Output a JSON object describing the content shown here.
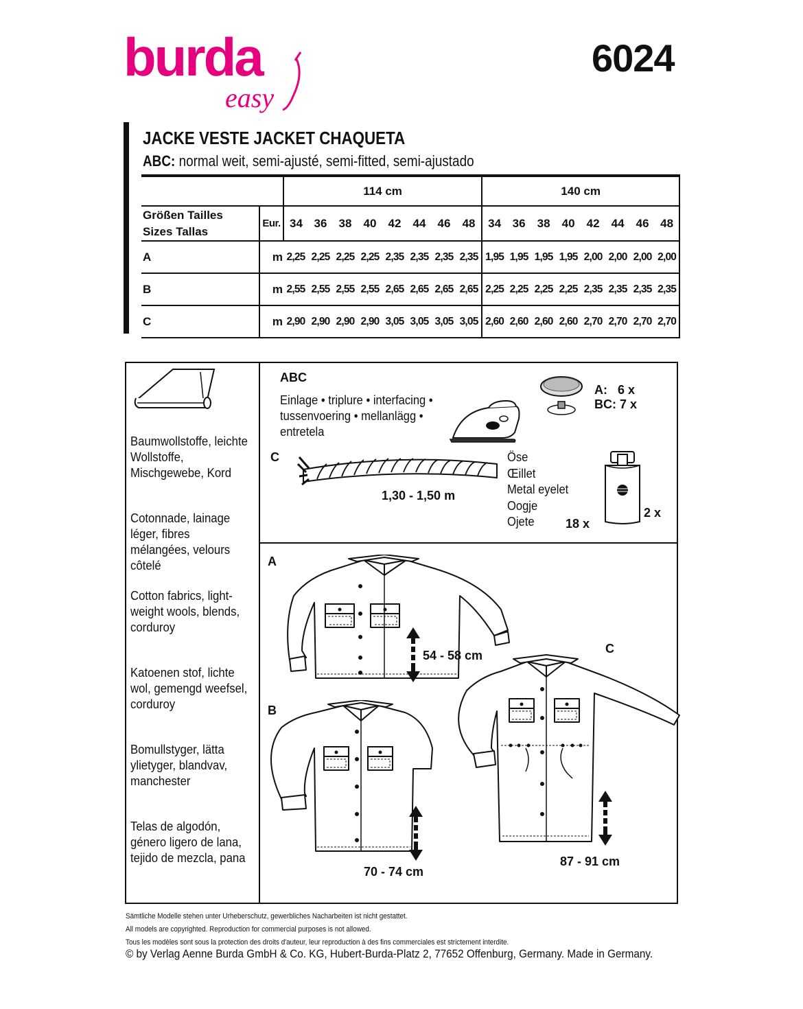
{
  "brand": {
    "name": "burda",
    "sub": "easy",
    "color": "#e6007e"
  },
  "pattern_number": "6024",
  "title": "JACKE VESTE JACKET CHAQUETA",
  "subtitle": {
    "label": "ABC:",
    "text": "normal weit, semi-ajusté, semi-fitted, semi-ajustado"
  },
  "size_table": {
    "widths": [
      "114 cm",
      "140 cm"
    ],
    "header_label_1": "Größen Tailles",
    "header_label_2": "Sizes Tallas",
    "eur": "Eur.",
    "sizes_114": [
      "34",
      "36",
      "38",
      "40",
      "42",
      "44",
      "46",
      "48"
    ],
    "sizes_140": [
      "34",
      "36",
      "38",
      "40",
      "42",
      "44",
      "46",
      "48"
    ],
    "unit": "m",
    "rows": [
      {
        "view": "A",
        "v114": [
          "2,25",
          "2,25",
          "2,25",
          "2,25",
          "2,35",
          "2,35",
          "2,35",
          "2,35"
        ],
        "v140": [
          "1,95",
          "1,95",
          "1,95",
          "1,95",
          "2,00",
          "2,00",
          "2,00",
          "2,00"
        ]
      },
      {
        "view": "B",
        "v114": [
          "2,55",
          "2,55",
          "2,55",
          "2,55",
          "2,65",
          "2,65",
          "2,65",
          "2,65"
        ],
        "v140": [
          "2,25",
          "2,25",
          "2,25",
          "2,25",
          "2,35",
          "2,35",
          "2,35",
          "2,35"
        ]
      },
      {
        "view": "C",
        "v114": [
          "2,90",
          "2,90",
          "2,90",
          "2,90",
          "3,05",
          "3,05",
          "3,05",
          "3,05"
        ],
        "v140": [
          "2,60",
          "2,60",
          "2,60",
          "2,60",
          "2,70",
          "2,70",
          "2,70",
          "2,70"
        ]
      }
    ]
  },
  "fabrics": {
    "de": "Baumwollstoffe, leichte Wollstoffe, Mischgewebe, Kord",
    "fr": "Cotonnade, lainage léger, fibres mélangées, velours côtelé",
    "en": "Cotton fabrics, light-weight wools, blends, corduroy",
    "nl": "Katoenen stof, lichte wol, gemengd weefsel, corduroy",
    "sv": "Bomullstyger, lätta ylietyger, blandvav, manchester",
    "es": "Telas de algodón, género ligero de lana, tejido de mezcla, pana"
  },
  "notions": {
    "abc_label": "ABC",
    "interfacing_line1": "Einlage • triplure • interfacing •",
    "interfacing_line2": "tussenvoering • mellanlägg •",
    "interfacing_line3": "entretela",
    "buttons_a": "A:   6 x",
    "buttons_bc": "BC: 7 x",
    "c_label": "C",
    "cord_length": "1,30 - 1,50 m",
    "eyelet_names": [
      "Öse",
      "Œillet",
      "Metal eyelet",
      "Oogje",
      "Ojete"
    ],
    "eyelet_qty": "18 x",
    "stopper_qty": "2 x"
  },
  "views": {
    "a_label": "A",
    "a_length": "54 - 58 cm",
    "b_label": "B",
    "b_length": "70 - 74 cm",
    "c_label": "C",
    "c_length": "87 - 91 cm"
  },
  "footer": {
    "line1": "Sämtliche Modelle stehen unter Urheberschutz, gewerbliches Nacharbeiten ist nicht gestattet.",
    "line2": "All models are copyrighted. Reproduction for commercial purposes is not allowed.",
    "line3": "Tous les modèles sont sous la protection des droits d'auteur, leur reproduction à des fins commerciales est strictement interdite.",
    "copyright": "© by Verlag Aenne Burda GmbH & Co. KG, Hubert-Burda-Platz 2, 77652 Offenburg, Germany. Made in Germany."
  }
}
